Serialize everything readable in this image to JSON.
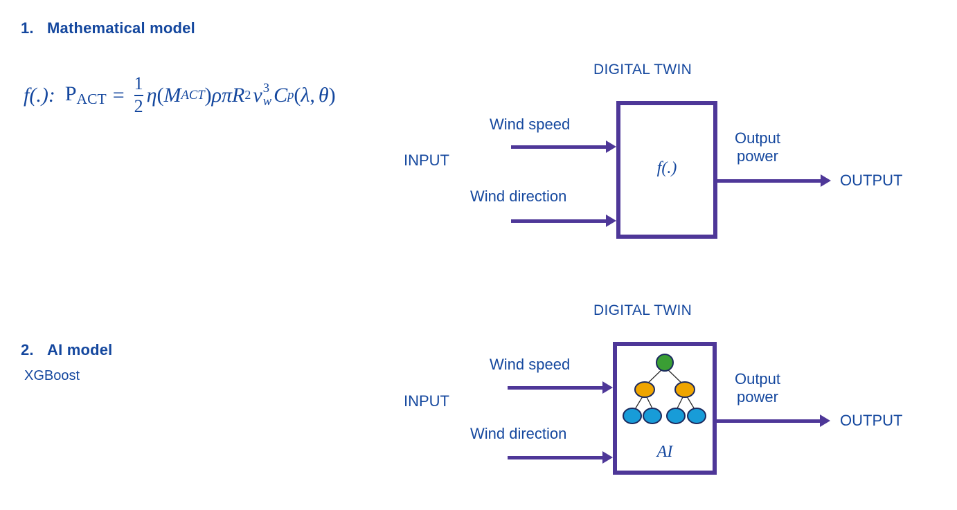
{
  "page": {
    "background": "#ffffff",
    "text_color": "#14479e",
    "accent_purple": "#4e3798"
  },
  "sections": [
    {
      "number": "1.",
      "title": "Mathematical model",
      "formula": {
        "prefix": "f(.):",
        "lhs": "P",
        "lhs_sub": "ACT",
        "equals": "=",
        "fraction_num": "1",
        "fraction_den": "2",
        "eta": "η",
        "eta_arg_open": "(",
        "eta_arg": "M",
        "eta_arg_sub": "ACT",
        "eta_arg_close": ")",
        "rho": "ρ",
        "pi": "π",
        "R": "R",
        "R_exp": "2",
        "v": "v",
        "v_sub": "w",
        "v_exp": "3",
        "Cp": "C",
        "Cp_sub": "p",
        "args_open": "(",
        "lambda": "λ",
        "comma": ",",
        "theta": "θ",
        "args_close": ")",
        "plain": "f(.): P_ACT = 1/2 η(M_ACT) ρ π R² v_w³ C_p(λ, θ)"
      }
    },
    {
      "number": "2.",
      "title": "AI model",
      "note": "XGBoost"
    }
  ],
  "diagrams": [
    {
      "id": "math-model-diagram",
      "title": "DIGITAL TWIN",
      "input_label": "INPUT",
      "inputs": [
        "Wind speed",
        "Wind direction"
      ],
      "box_label": "f(.)",
      "output_label_line1": "Output",
      "output_label_line2": "power",
      "output_label": "OUTPUT"
    },
    {
      "id": "ai-model-diagram",
      "title": "DIGITAL TWIN",
      "input_label": "INPUT",
      "inputs": [
        "Wind speed",
        "Wind direction"
      ],
      "box_label": "AI",
      "output_label_line1": "Output",
      "output_label_line2": "power",
      "output_label": "OUTPUT",
      "tree": {
        "root_color": "#3a9e34",
        "mid_color": "#efa500",
        "leaf_color": "#189cd8",
        "outline_color": "#1b2a5e",
        "root_count": 1,
        "mid_count": 2,
        "leaf_count": 4
      }
    }
  ]
}
